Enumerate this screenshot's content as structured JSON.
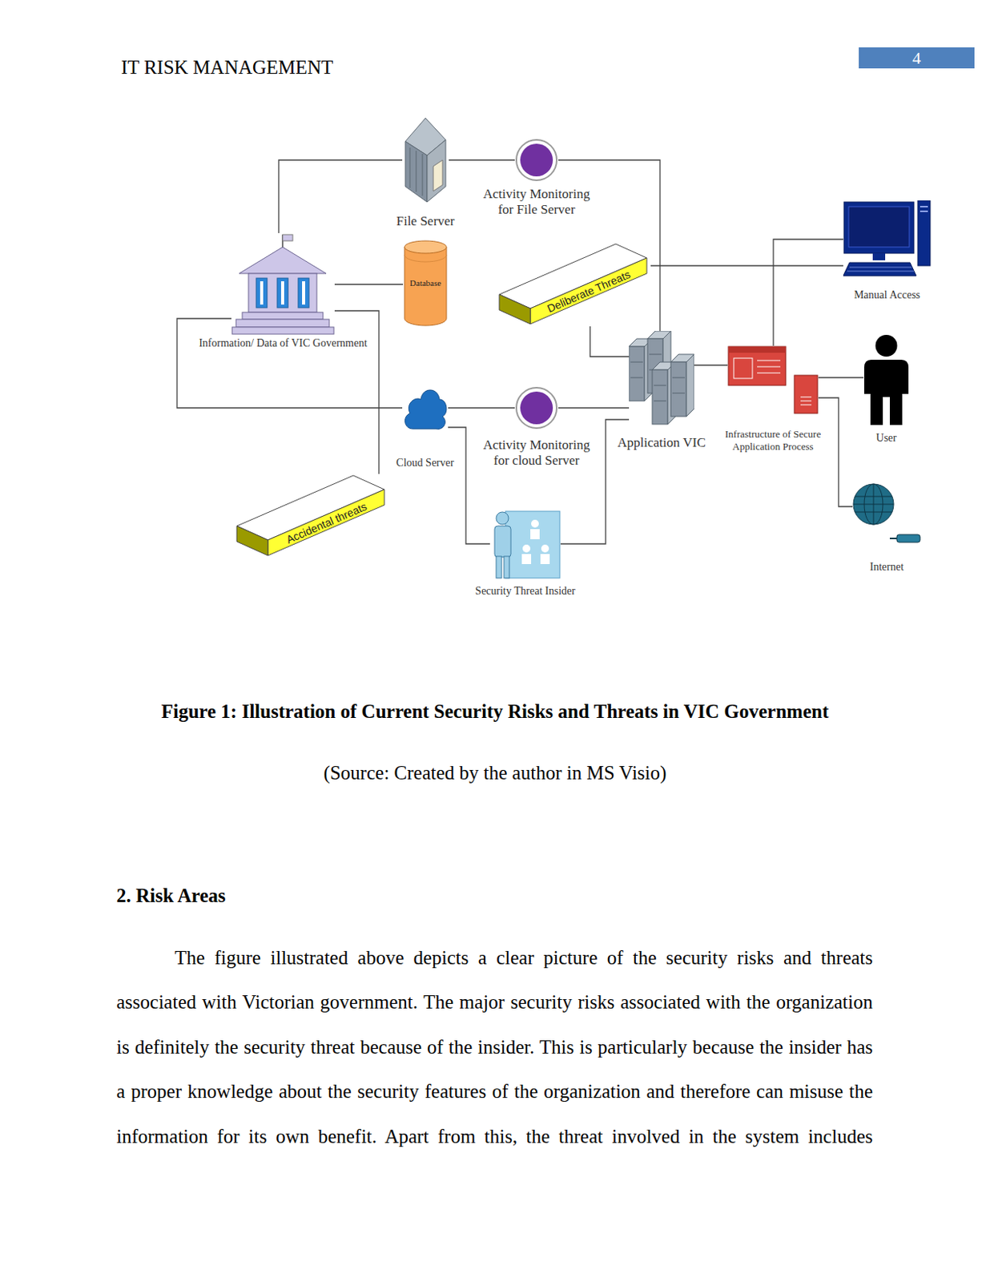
{
  "diagram": {
    "caption": "Figure 1: Illustration of Current Security Risks and Threats in VIC Government",
    "nodes": [
      {
        "text": [
          "File Server"
        ]
      },
      {
        "text": [
          "Activity Monitoring for File Server"
        ]
      },
      {
        "text": [
          "Database"
        ]
      },
      {
        "text": [
          "Deliberate Threats"
        ]
      },
      {
        "text": [
          "Manual Access"
        ]
      },
      {
        "text": [
          "Information/ Data of VIC Government"
        ]
      },
      {
        "text": [
          "Application VIC"
        ]
      },
      {
        "text": [
          "Infrastructure of Secure Application Process"
        ]
      },
      {
        "text": [
          "User"
        ]
      },
      {
        "text": [
          "Cloud Server"
        ]
      },
      {
        "text": [
          "Activity Monitoring for cloud Server"
        ]
      },
      {
        "text": [
          "Accidental threats"
        ]
      },
      {
        "text": [
          "Internet"
        ]
      },
      {
        "text": [
          "Security Threat Insider"
        ]
      }
    ],
    "edges": [
      {
        "from": 5,
        "to": 0,
        "arrow": "none"
      },
      {
        "from": 0,
        "to": 1,
        "arrow": "none"
      },
      {
        "from": 1,
        "to": 6,
        "arrow": "none"
      },
      {
        "from": 5,
        "to": 2,
        "arrow": "none"
      },
      {
        "from": 5,
        "to": 9,
        "arrow": "none"
      },
      {
        "from": 9,
        "to": 10,
        "arrow": "none"
      },
      {
        "from": 10,
        "to": 6,
        "arrow": "none"
      },
      {
        "from": 3,
        "to": 6,
        "arrow": "none"
      },
      {
        "from": 3,
        "to": 4,
        "arrow": "none"
      },
      {
        "from": 6,
        "to": 7,
        "arrow": "none"
      },
      {
        "from": 7,
        "to": 4,
        "arrow": "none"
      },
      {
        "from": 7,
        "to": 8,
        "arrow": "none"
      },
      {
        "from": 7,
        "to": 12,
        "arrow": "none"
      },
      {
        "from": 11,
        "to": 5,
        "arrow": "none"
      },
      {
        "from": 9,
        "to": 13,
        "arrow": "none"
      },
      {
        "from": 13,
        "to": 6,
        "arrow": "none"
      }
    ],
    "labels": [
      "IT RISK MANAGEMENT",
      "4",
      "(Source: Created by the author in MS Visio)",
      "2. Risk Areas",
      "The figure illustrated above depicts a clear picture of the security risks and threats associated with Victorian government. The major security risks associated with the organization is definitely the security threat because of the insider. This is particularly because the insider has a proper knowledge about the security features of the organization and therefore can misuse the information for its own benefit. Apart from this, the threat involved in the system includes"
    ]
  }
}
